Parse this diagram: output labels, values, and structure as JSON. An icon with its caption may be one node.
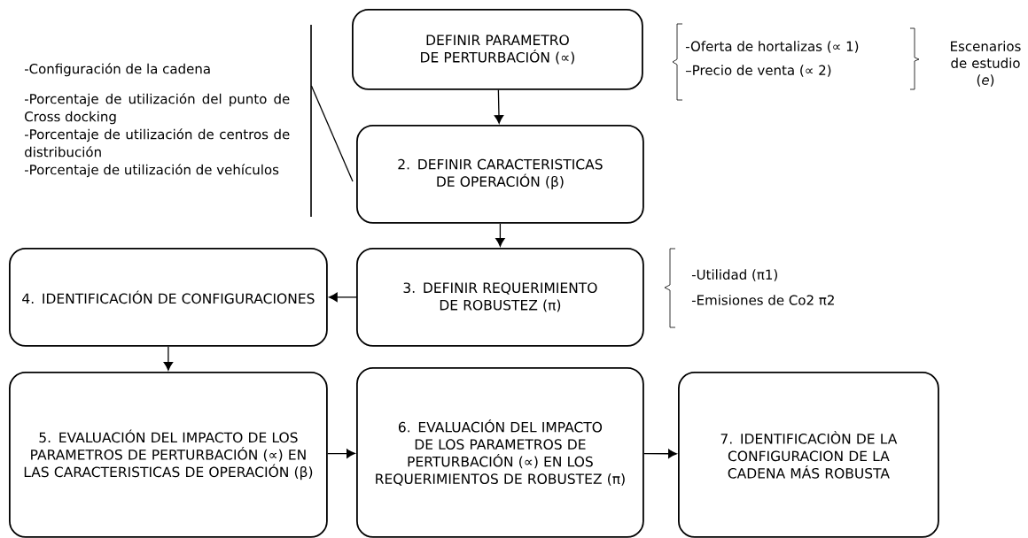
{
  "diagram": {
    "nodes": [
      {
        "text": [
          "DEFINIR PARAMETRO DE PERTURBACIÓN (∝)"
        ]
      },
      {
        "text": [
          "2. DEFINIR CARACTERISTICAS DE OPERACIÓN (β)"
        ]
      },
      {
        "text": [
          "3. DEFINIR REQUERIMIENTO DE ROBUSTEZ (π)"
        ]
      },
      {
        "text": [
          "4. IDENTIFICACIÓN DE CONFIGURACIONES"
        ]
      },
      {
        "text": [
          "5. EVALUACIÓN DEL IMPACTO DE LOS PARAMETROS DE PERTURBACIÓN (∝) EN LAS CARACTERISTICAS DE OPERACIÓN (β)"
        ]
      },
      {
        "text": [
          "6. EVALUACIÓN DEL IMPACTO DE LOS PARAMETROS DE PERTURBACIÓN (∝) EN LOS REQUERIMIENTOS DE ROBUSTEZ (π)"
        ]
      },
      {
        "text": [
          "7. IDENTIFICACIÒN DE LA CONFIGURACION DE LA CADENA MÁS ROBUSTA"
        ]
      },
      {
        "text": [
          "-Configuración de la cadena",
          "-Porcentaje de utilización del punto de Cross docking",
          "-Porcentaje de utilización de centros de distribución",
          "-Porcentaje de utilización de vehículos"
        ]
      }
    ],
    "edges": [
      {
        "from": 0,
        "to": 1,
        "arrow": "to"
      },
      {
        "from": 1,
        "to": 2,
        "arrow": "to"
      },
      {
        "from": 2,
        "to": 3,
        "arrow": "to"
      },
      {
        "from": 3,
        "to": 4,
        "arrow": "to"
      },
      {
        "from": 4,
        "to": 5,
        "arrow": "to"
      },
      {
        "from": 5,
        "to": 6,
        "arrow": "to"
      },
      {
        "from": 7,
        "to": 1,
        "arrow": "none"
      }
    ],
    "labels": [
      "-Oferta de hortalizas (∝ 1)",
      "–Precio de venta (∝ 2)",
      "Escenarios de estudio (*e*)",
      "-Utilidad (π1)",
      "-Emisiones de Co2 π2"
    ]
  }
}
